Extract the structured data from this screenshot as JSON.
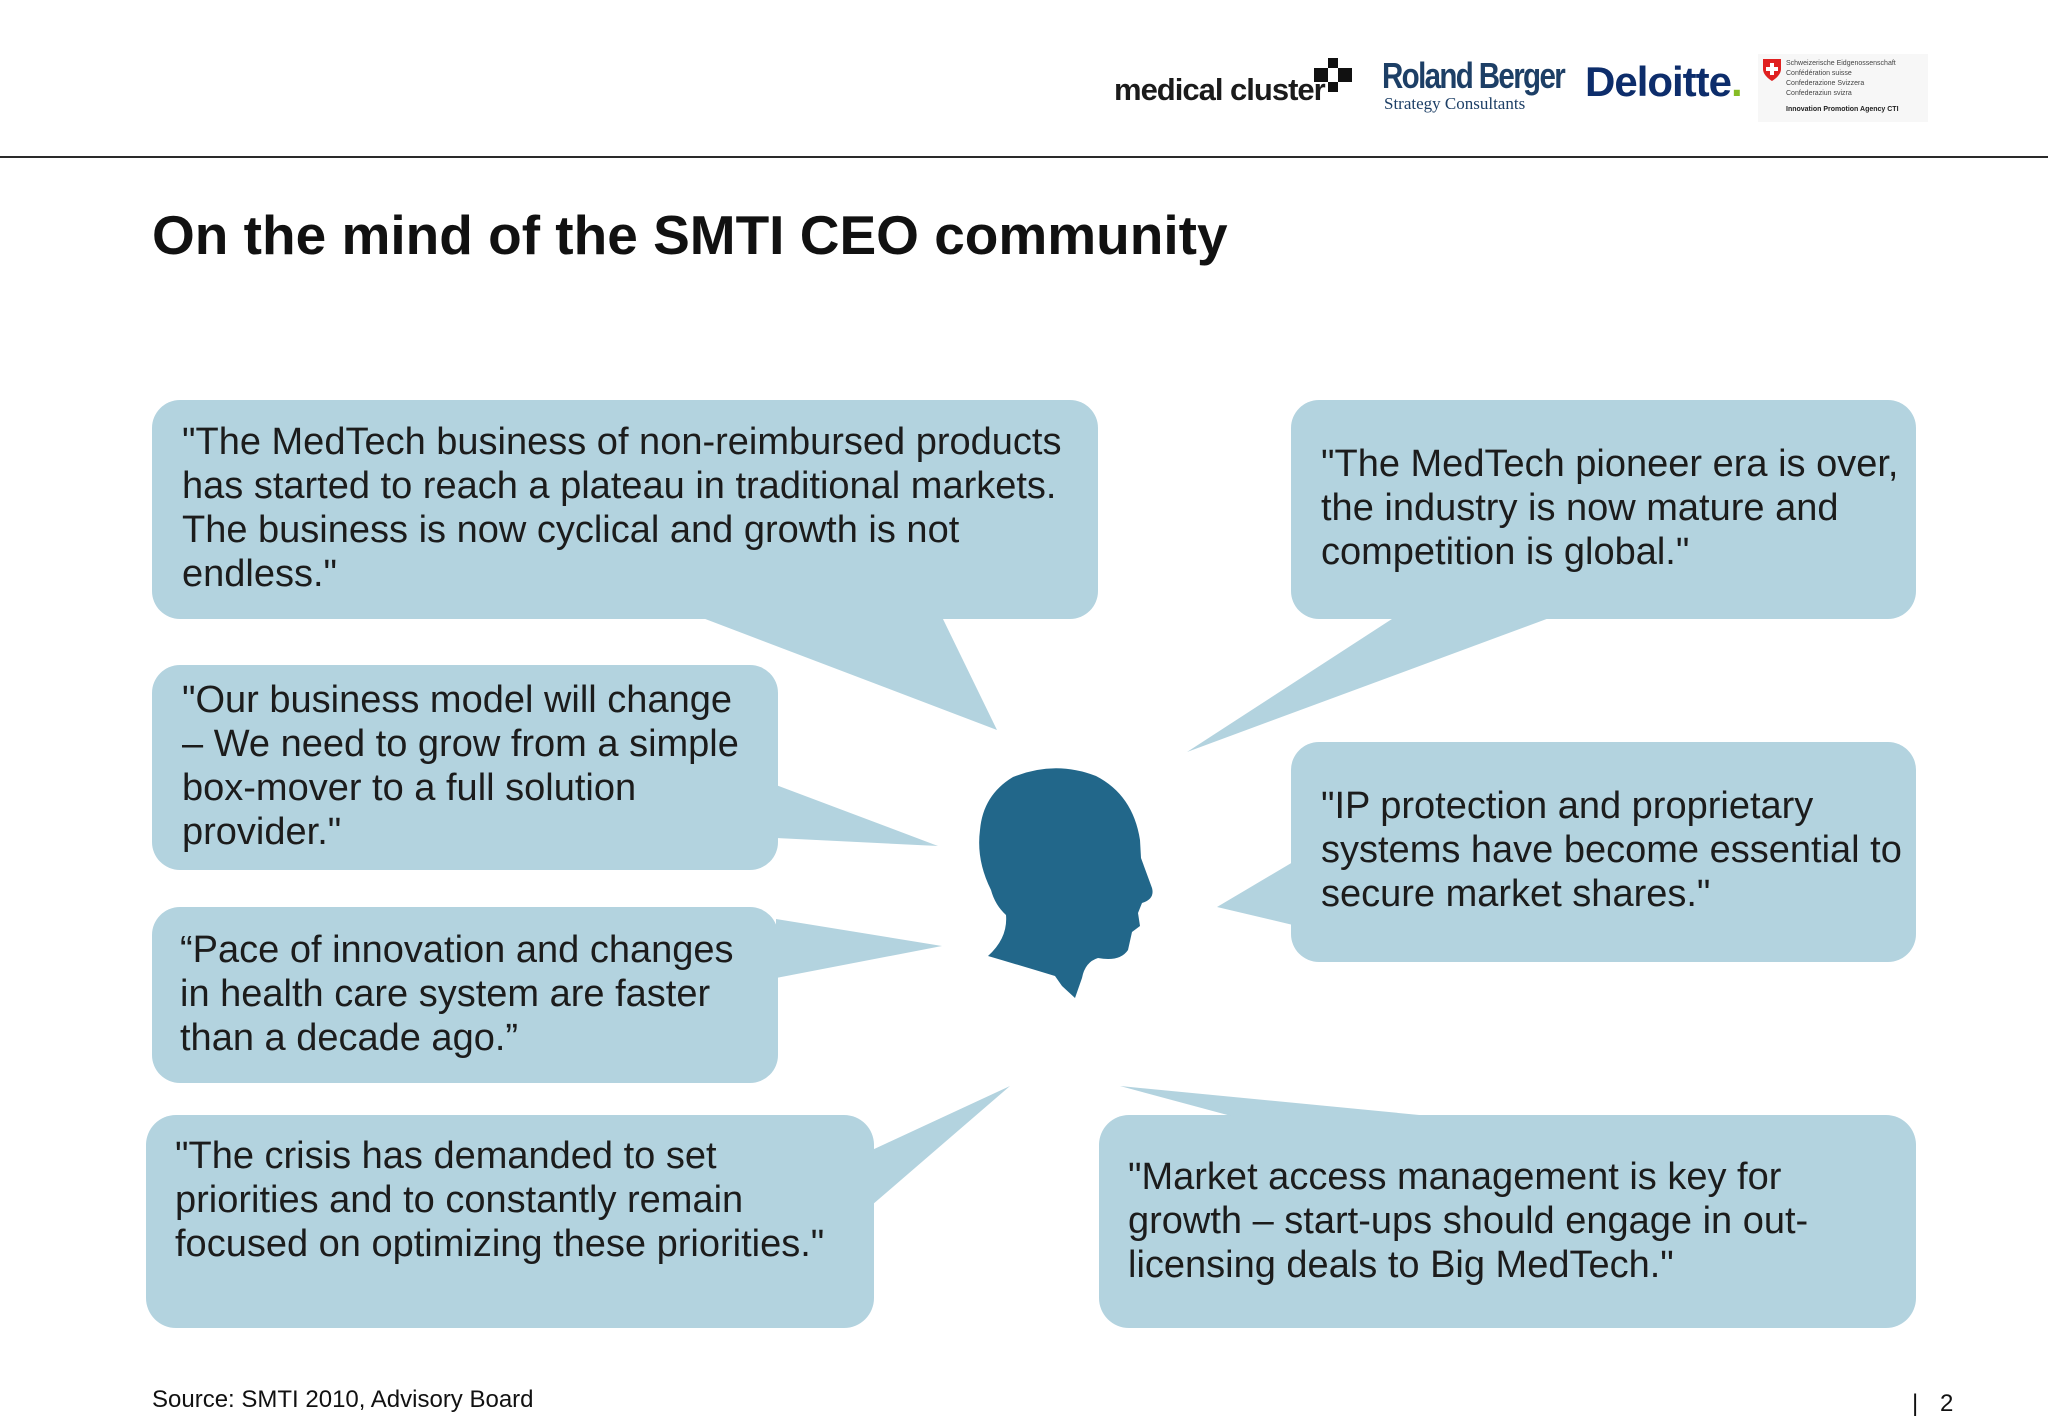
{
  "header": {
    "logos": {
      "medical_cluster": "medical cluster",
      "roland_berger_name": "Roland Berger",
      "roland_berger_sub": "Strategy Consultants",
      "deloitte": "Deloitte",
      "deloitte_dot": ".",
      "swiss_lines": [
        "Schweizerische Eidgenossenschaft",
        "Confédération suisse",
        "Confederazione Svizzera",
        "Confederaziun svizra"
      ],
      "swiss_agency": "Innovation Promotion Agency CTI"
    }
  },
  "slide": {
    "title": "On the mind of the SMTI CEO community",
    "quotes": [
      "\"The MedTech business of non-reimbursed products has started to reach a plateau in traditional markets. The business is now cyclical and growth is not endless.\"",
      "\"Our business model will change – We need to grow from a simple box-mover to a full solution provider.\"",
      "“Pace of innovation and changes in health care system are faster than a decade ago.”",
      "\"The crisis has demanded to set priorities and to constantly remain focused on optimizing these priorities.\"",
      "\"The MedTech pioneer era is over, the industry is now mature and competition is global.\"",
      "\"IP protection and proprietary systems have become essential to secure market shares.\"",
      "\"Market access management is key for growth – start-ups should engage in out-licensing deals to Big MedTech.\""
    ],
    "head_icon": "person-head-profile-icon",
    "colors": {
      "bubble": "#b3d3df",
      "head": "#22678a"
    }
  },
  "footer": {
    "source": "Source:  SMTI 2010, Advisory Board",
    "separator": "|",
    "page_number": "2"
  }
}
